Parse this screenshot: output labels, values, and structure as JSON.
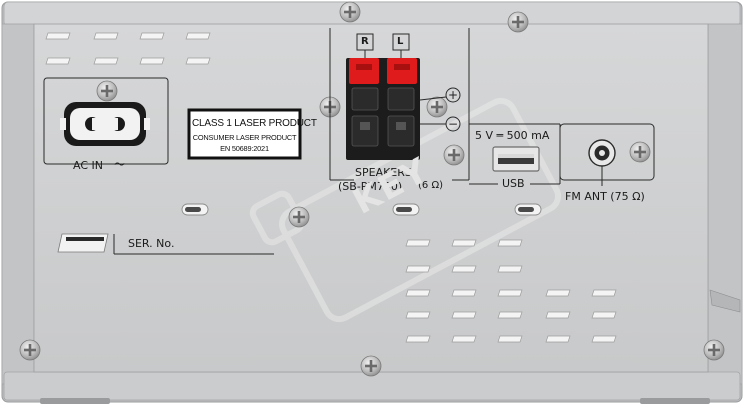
{
  "labels": {
    "ac_in": "AC IN",
    "ac_tilde": "～",
    "laser_line1": "CLASS 1 LASER PRODUCT",
    "laser_line2": "CONSUMER LASER PRODUCT",
    "laser_line3": "EN 50689:2021",
    "ser_no": "SER. No.",
    "speakers": "SPEAKERS",
    "speakers_model": "(SB-PM700)",
    "speakers_impedance": "(6 Ω)",
    "terminal_r": "R",
    "terminal_l": "L",
    "plus": "+",
    "minus": "−",
    "usb_rating": "5 V ═ 500 mA",
    "usb": "USB",
    "fm_ant": "FM ANT (75 Ω)",
    "watermark": "KEY"
  },
  "colors": {
    "chassis": "#cfd0d1",
    "chassis_dark": "#a9abad",
    "terminal_red": "#e01b1b",
    "terminal_black": "#1c1c1c",
    "line": "#2a2a2a",
    "watermark": "#e6e6e6"
  }
}
